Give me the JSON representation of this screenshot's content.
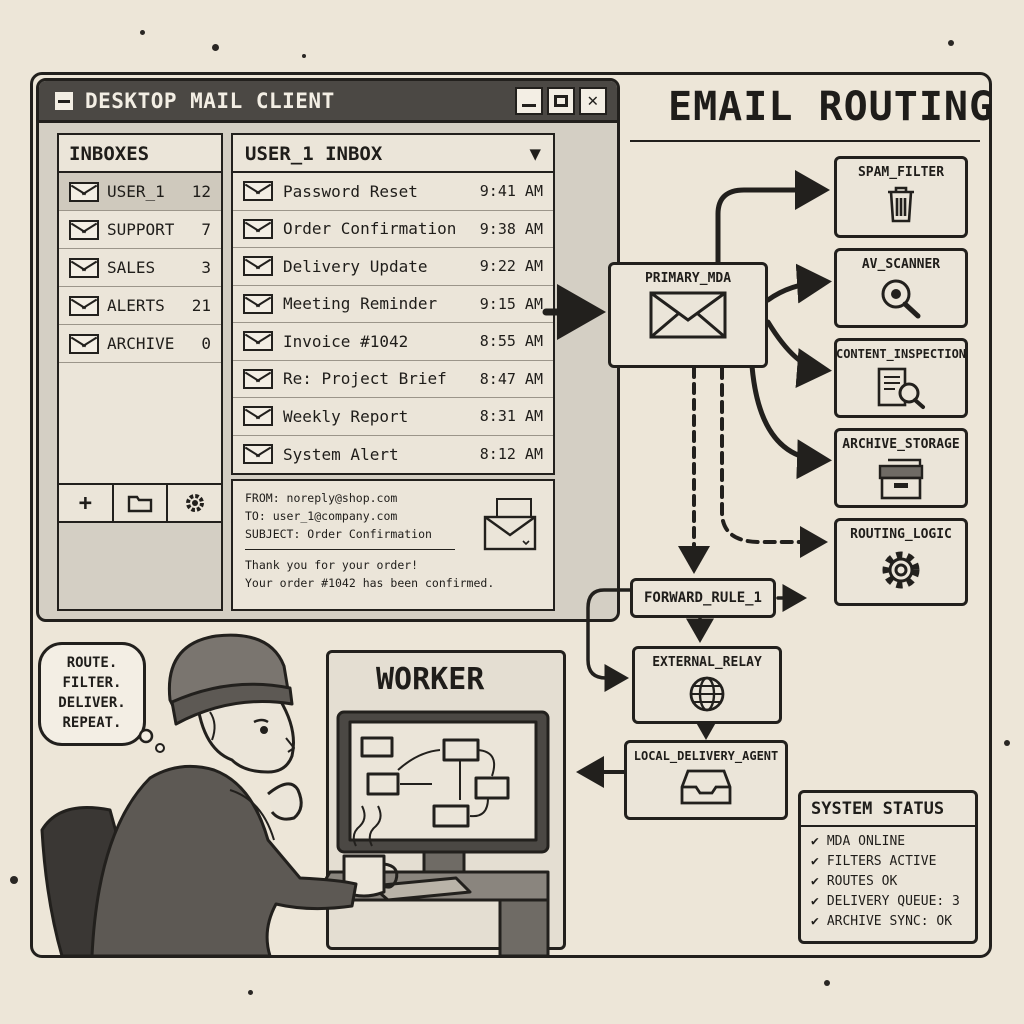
{
  "window": {
    "title": "DESKTOP MAIL CLIENT",
    "controls": [
      "minimize-icon",
      "maximize-icon",
      "close-icon"
    ],
    "close_glyph": "✕"
  },
  "inboxes": {
    "header": "INBOXES",
    "items": [
      {
        "name": "USER_1",
        "count": "12",
        "active": true
      },
      {
        "name": "SUPPORT",
        "count": "7"
      },
      {
        "name": "SALES",
        "count": "3"
      },
      {
        "name": "ALERTS",
        "count": "21"
      },
      {
        "name": "ARCHIVE",
        "count": "0"
      }
    ],
    "tools": {
      "add": "+",
      "add_icon": "plus-icon",
      "folder_icon": "folder-icon",
      "settings_icon": "gear-icon"
    }
  },
  "messages": {
    "header": "USER_1 INBOX",
    "dropdown_glyph": "▼",
    "items": [
      {
        "subject": "Password Reset",
        "time": "9:41 AM"
      },
      {
        "subject": "Order Confirmation",
        "time": "9:38 AM"
      },
      {
        "subject": "Delivery Update",
        "time": "9:22 AM"
      },
      {
        "subject": "Meeting Reminder",
        "time": "9:15 AM"
      },
      {
        "subject": "Invoice #1042",
        "time": "8:55 AM"
      },
      {
        "subject": "Re: Project Brief",
        "time": "8:47 AM"
      },
      {
        "subject": "Weekly Report",
        "time": "8:31 AM"
      },
      {
        "subject": "System Alert",
        "time": "8:12 AM"
      }
    ]
  },
  "preview": {
    "from": "FROM: noreply@shop.com",
    "to": "TO: user_1@company.com",
    "subject": "SUBJECT: Order Confirmation",
    "body_1": "Thank you for your order!",
    "body_2": "Your order #1042 has been confirmed."
  },
  "routing": {
    "title": "EMAIL ROUTING",
    "primary": "PRIMARY_MDA",
    "spam_filter": "SPAM_FILTER",
    "av_scanner": "AV_SCANNER",
    "content_inspection": "CONTENT_INSPECTION",
    "archive_storage": "ARCHIVE_STORAGE",
    "routing_logic": "ROUTING_LOGIC",
    "forward_rule": "FORWARD_RULE_1",
    "external_relay": "EXTERNAL_RELAY",
    "local_delivery": "LOCAL_DELIVERY_AGENT"
  },
  "status": {
    "header": "SYSTEM STATUS",
    "check_glyph": "✔",
    "items": [
      "MDA ONLINE",
      "FILTERS ACTIVE",
      "ROUTES OK",
      "DELIVERY QUEUE: 3",
      "ARCHIVE SYNC: OK"
    ]
  },
  "worker": {
    "label": "WORKER",
    "thought": [
      "ROUTE.",
      "FILTER.",
      "DELIVER.",
      "REPEAT."
    ]
  },
  "colors": {
    "ink": "#22201d",
    "paper": "#ede6d8",
    "panel": "#ebe5d9",
    "titlebar": "#4b4844"
  }
}
